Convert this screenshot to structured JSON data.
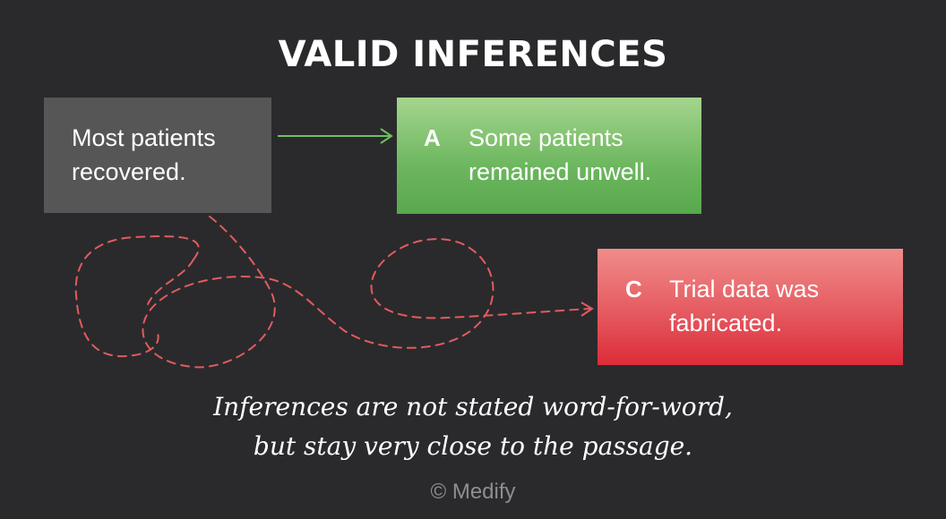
{
  "title": "VALID INFERENCES",
  "premise": {
    "text": "Most patients\nrecovered."
  },
  "options": [
    {
      "letter": "A",
      "text": "Some patients\nremained unwell.",
      "color": "#6cb65e"
    },
    {
      "letter": "C",
      "text": "Trial data was\nfabricated.",
      "color": "#e23a44"
    }
  ],
  "caption": {
    "line1": "Inferences are not stated word-for-word,",
    "line2": "but stay very close to the passage."
  },
  "credit": "© Medify",
  "colors": {
    "background": "#2a2a2c",
    "valid_arrow": "#6fbf5f",
    "invalid_path": "#e25b5f",
    "premise_box": "#555655"
  }
}
